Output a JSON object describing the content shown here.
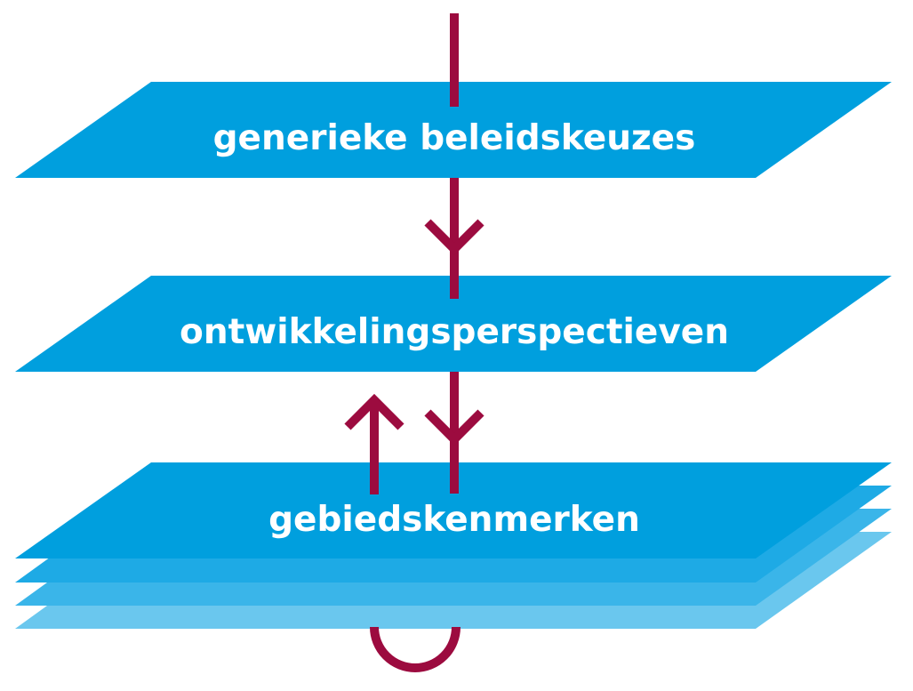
{
  "layers": [
    {
      "id": "top",
      "label": "generieke beleidskeuzes"
    },
    {
      "id": "middle",
      "label": "ontwikkelingsperspectieven"
    },
    {
      "id": "bottom",
      "label": "gebiedskenmerken"
    }
  ],
  "colors": {
    "layer_fill": "#009fde",
    "stack_shadow_1": "#1eaae5",
    "stack_shadow_2": "#3ab5e9",
    "stack_shadow_3": "#6ac7ee",
    "arrow_color": "#9c0b3f",
    "label_color": "#ffffff",
    "background": "#ffffff"
  },
  "arrows": [
    {
      "name": "top-entry-line",
      "direction": "down"
    },
    {
      "name": "top-to-middle",
      "direction": "down"
    },
    {
      "name": "middle-to-bottom",
      "direction": "down"
    },
    {
      "name": "bottom-to-middle",
      "direction": "up"
    },
    {
      "name": "bottom-loop",
      "direction": "loop"
    }
  ]
}
